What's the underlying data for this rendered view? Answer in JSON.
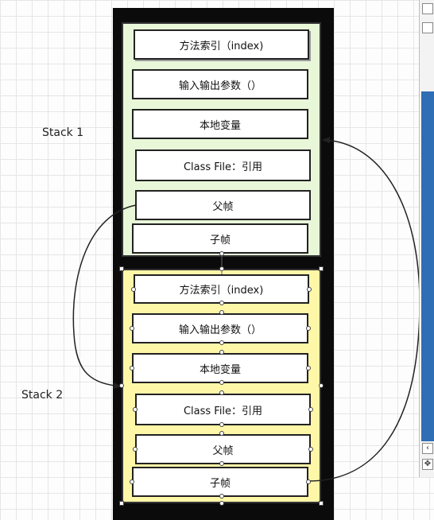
{
  "stacks": [
    {
      "label": "Stack 1",
      "bg": "#e8f7d8",
      "items": [
        "方法索引（index)",
        "输入输出参数（）",
        "本地变量",
        "Class File：引用",
        "父帧",
        "子帧"
      ]
    },
    {
      "label": "Stack 2",
      "bg": "#fff7a8",
      "items": [
        "方法索引（index)",
        "输入输出参数（）",
        "本地变量",
        "Class File：引用",
        "父帧",
        "子帧"
      ]
    }
  ],
  "colors": {
    "outer": "#0b0b0b",
    "connector": "#222222",
    "panel_accent": "#2f6db5"
  },
  "side_panel": {
    "scroll_left_glyph": "‹",
    "move_glyph": "✥"
  }
}
